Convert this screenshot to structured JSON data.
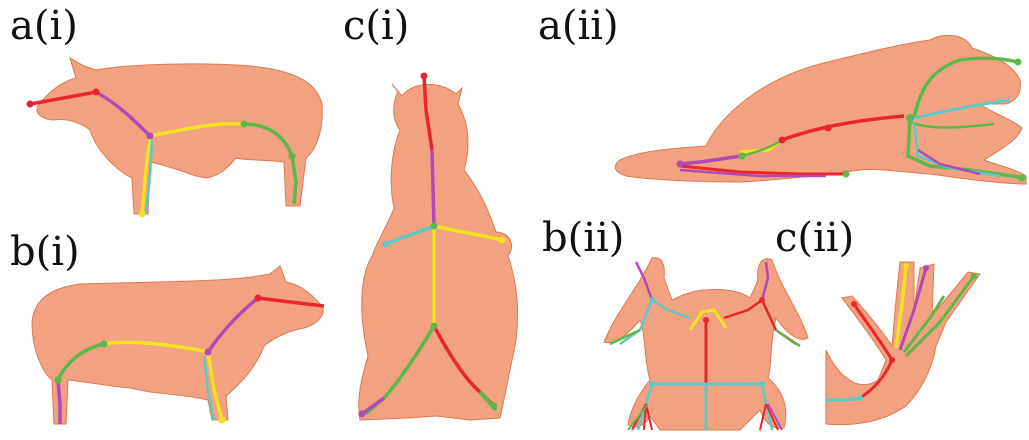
{
  "labels": {
    "a_i": "a(i)",
    "b_i": "b(i)",
    "c_i": "c(i)",
    "a_ii": "a(ii)",
    "b_ii": "b(ii)",
    "c_ii": "c(ii)"
  },
  "colors": {
    "mesh": "#f0926a",
    "mesh_dark": "#d97a52",
    "bone_red": "#e8262c",
    "bone_magenta": "#b04ab8",
    "bone_yellow": "#f2e220",
    "bone_green": "#5cb84a",
    "bone_cyan": "#5ec8c8"
  }
}
